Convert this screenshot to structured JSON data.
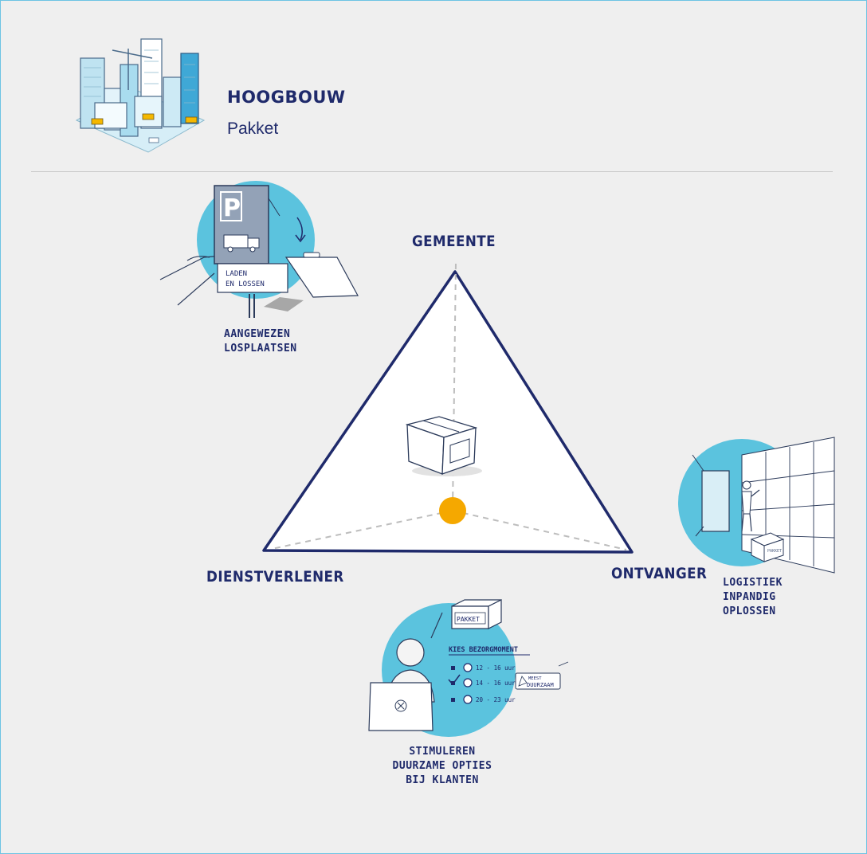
{
  "header": {
    "title": "HOOGBOUW",
    "subtitle": "Pakket"
  },
  "triangle": {
    "top_label": "GEMEENTE",
    "left_label": "DIENSTVERLENER",
    "right_label": "ONTVANGER"
  },
  "measures": {
    "parking": {
      "caption_lines": [
        "AANGEWEZEN",
        "LOSPLAATSEN"
      ],
      "sign_letter": "P",
      "sign_plate_lines": [
        "LADEN",
        "EN LOSSEN"
      ]
    },
    "lockers": {
      "caption_lines": [
        "LOGISTIEK",
        "INPANDIG",
        "OPLOSSEN"
      ],
      "box_label": "PAKKET"
    },
    "customer": {
      "caption_lines": [
        "STIMULEREN",
        "DUURZAME OPTIES",
        "BIJ KLANTEN"
      ],
      "box_label": "PAKKET",
      "screen_heading": "KIES BEZORGMOMENT",
      "time_slots": [
        "12 - 16 uur",
        "14 - 16 uur",
        "20 - 23 uur"
      ],
      "tag_lines": [
        "MEEST",
        "DUURZAAM"
      ]
    }
  },
  "colors": {
    "navy": "#1f2a6b",
    "accent_blue": "#5bc3de",
    "marker_orange": "#f5a800",
    "background": "#efefef"
  }
}
